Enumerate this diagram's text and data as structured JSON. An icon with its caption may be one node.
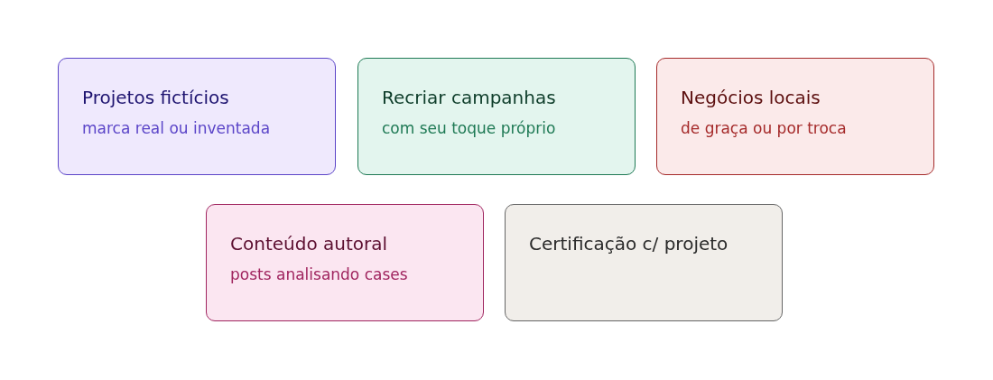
{
  "diagram": {
    "nodes": [
      {
        "text": [
          "Projetos fictícios",
          "marca real ou inventada"
        ]
      },
      {
        "text": [
          "Recriar campanhas",
          "com seu toque próprio"
        ]
      },
      {
        "text": [
          "Negócios locais",
          "de graça ou por troca"
        ]
      },
      {
        "text": [
          "Conteúdo autoral",
          "posts analisando cases"
        ]
      },
      {
        "text": [
          "Certificação c/ projeto"
        ]
      }
    ]
  }
}
